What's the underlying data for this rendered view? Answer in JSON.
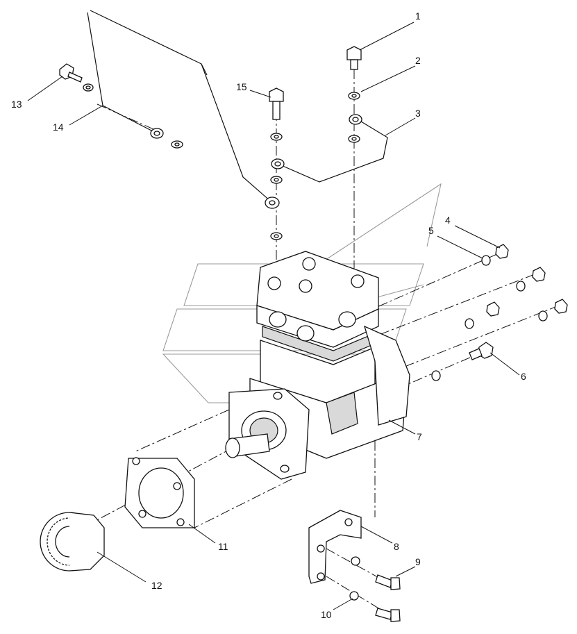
{
  "callouts": [
    {
      "id": "1",
      "text": "1"
    },
    {
      "id": "2",
      "text": "2"
    },
    {
      "id": "3",
      "text": "3"
    },
    {
      "id": "4",
      "text": "4"
    },
    {
      "id": "5",
      "text": "5"
    },
    {
      "id": "6",
      "text": "6"
    },
    {
      "id": "7",
      "text": "7"
    },
    {
      "id": "8",
      "text": "8"
    },
    {
      "id": "9",
      "text": "9"
    },
    {
      "id": "10",
      "text": "10"
    },
    {
      "id": "11",
      "text": "11"
    },
    {
      "id": "12",
      "text": "12"
    },
    {
      "id": "13",
      "text": "13"
    },
    {
      "id": "14",
      "text": "14"
    },
    {
      "id": "15",
      "text": "15"
    }
  ],
  "colors": {
    "line": "#111111",
    "shade": "#d9d9d9",
    "watermark": "#9a9a9a",
    "background": "#ffffff"
  }
}
